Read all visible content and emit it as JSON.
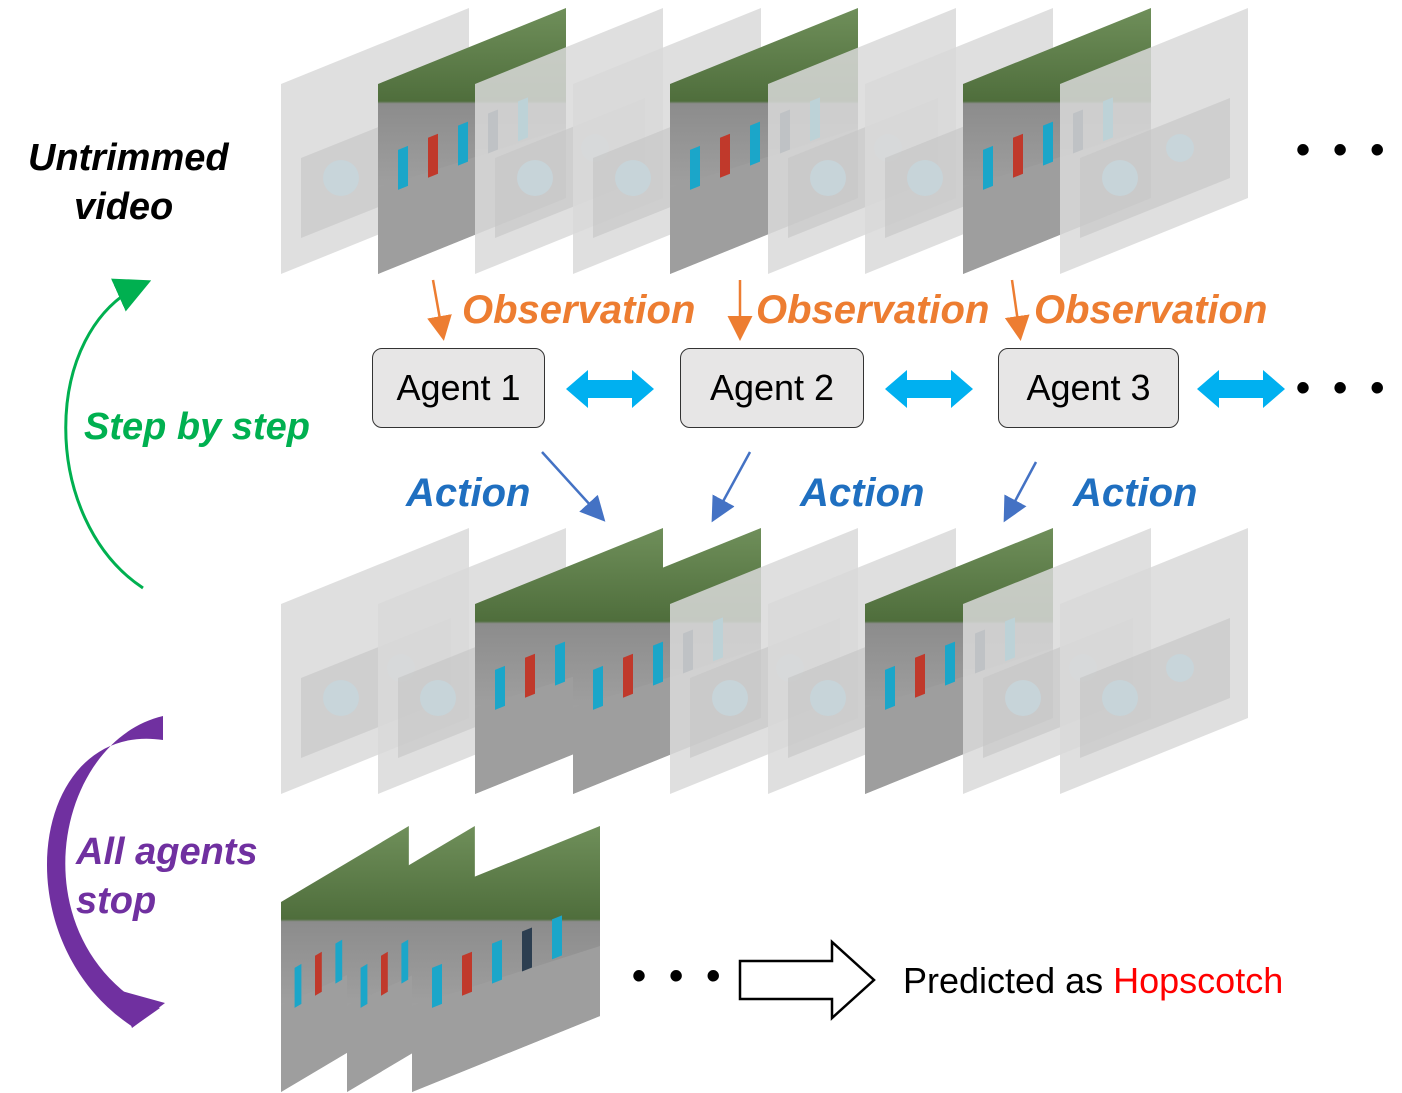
{
  "left_labels": {
    "untrimmed_line1": "Untrimmed",
    "untrimmed_line2": "video",
    "step_by_step": "Step by step",
    "all_agents_line1": "All agents",
    "all_agents_line2": "stop"
  },
  "observation_label": "Observation",
  "action_label": "Action",
  "agents": [
    "Agent 1",
    "Agent 2",
    "Agent 3"
  ],
  "ellipsis": "• • •",
  "prediction": {
    "prefix": "Predicted as",
    "class_name": "Hopscotch"
  },
  "colors": {
    "observation": "#ed7d31",
    "action": "#1f6fc0",
    "bidirectional_arrow": "#00b0f0",
    "step_arrow": "#00b050",
    "stop_arrow": "#7030a0",
    "prediction_class": "#ff0000"
  }
}
